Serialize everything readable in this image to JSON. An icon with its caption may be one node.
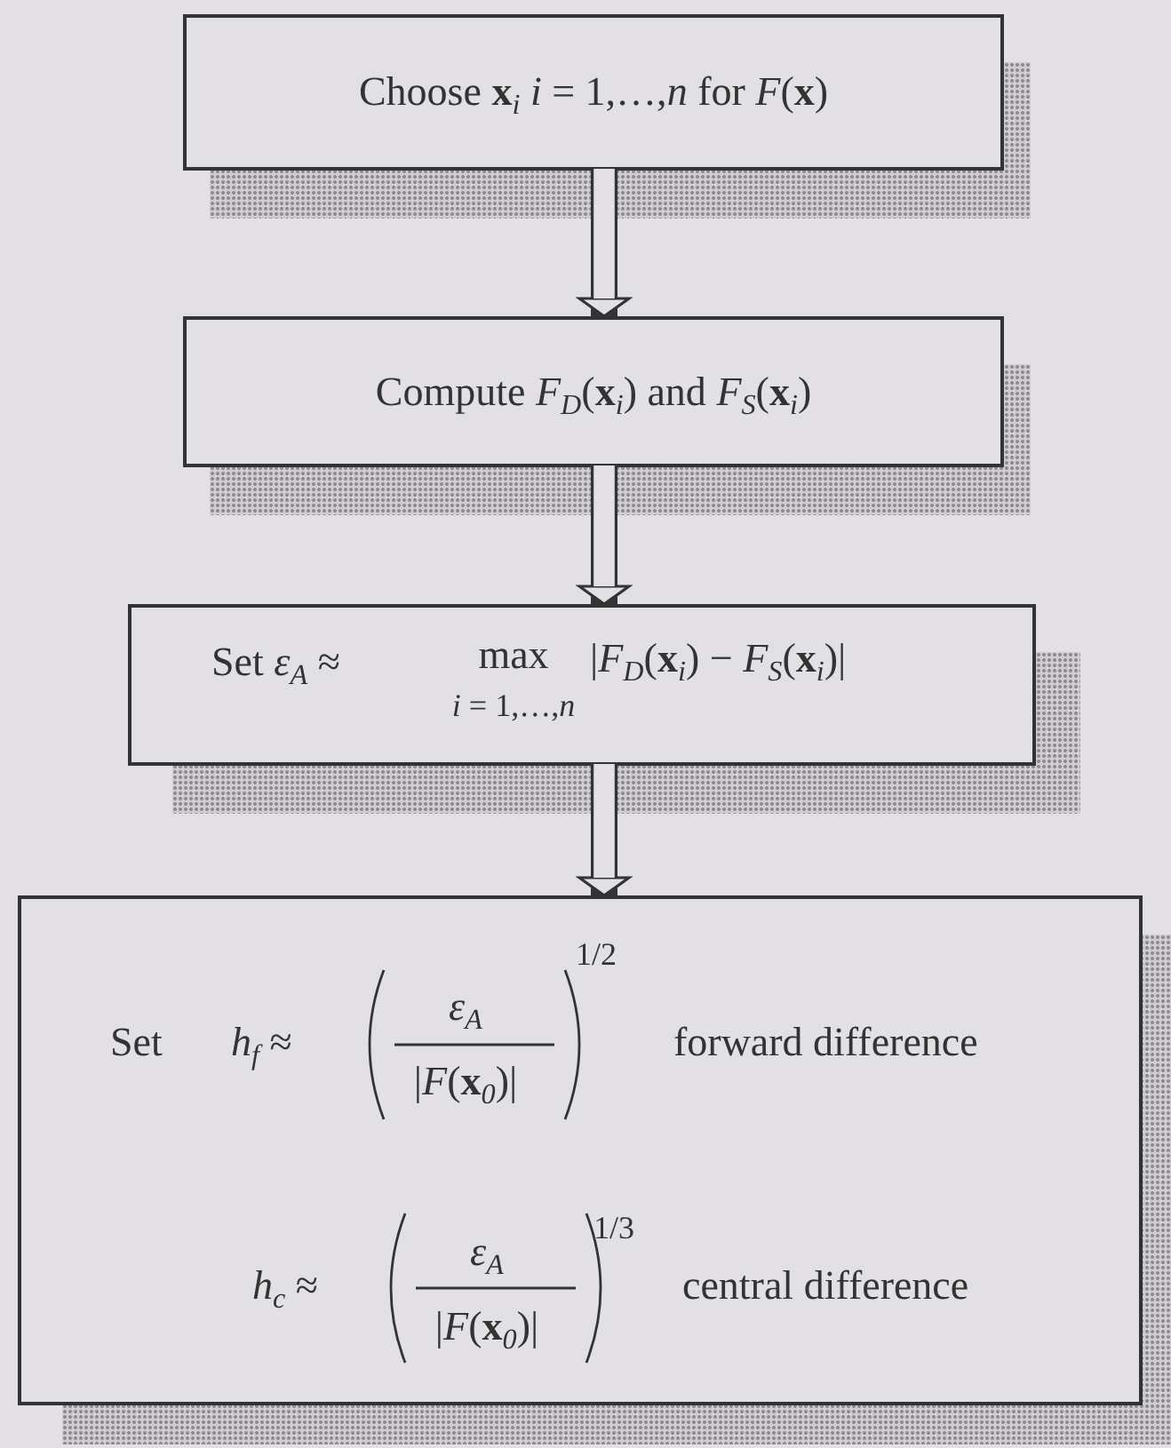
{
  "diagram": {
    "nodes": [
      {
        "text": [
          "Choose **x**$_{i}$  *i* = 1,…,*n*  for *F*(**x**)"
        ]
      },
      {
        "text": [
          "Compute *F*$_{D}$(**x**$_{i}$) and *F*$_{S}$(**x**$_{i}$)"
        ]
      },
      {
        "text": [
          "Set  *ε*$_{A}$ ≈",
          "max",
          "*i* = 1,…,*n*",
          "|*F*$_{D}$(**x**$_{i}$) − *F*$_{S}$(**x**$_{i}$)|"
        ]
      },
      {
        "text": [
          "Set",
          "*h*$_{f}$ ≈",
          "*ε*$_{A}$",
          "|*F*(**x**$_{0}$)|",
          "1/2",
          "forward difference",
          "*h*$_{c}$ ≈",
          "*ε*$_{A}$",
          "|*F*(**x**$_{0}$)|",
          "1/3",
          "central difference"
        ]
      }
    ],
    "edges": [
      {
        "from": 0,
        "to": 1,
        "arrow": "to"
      },
      {
        "from": 1,
        "to": 2,
        "arrow": "to"
      },
      {
        "from": 2,
        "to": 3,
        "arrow": "to"
      }
    ]
  }
}
